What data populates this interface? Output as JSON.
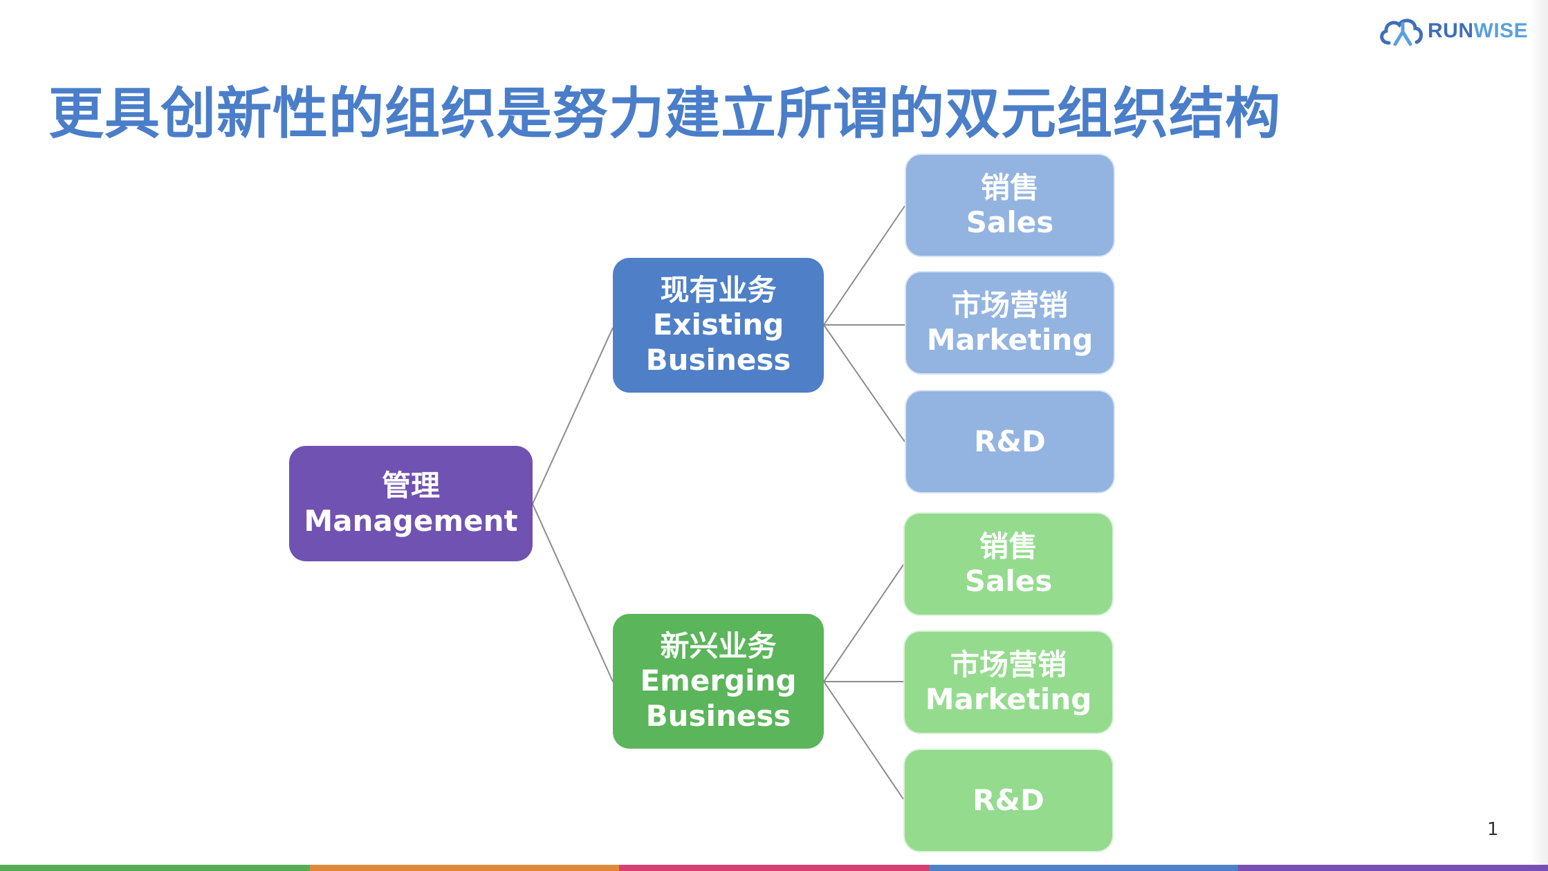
{
  "slide": {
    "title": "更具创新性的组织是努力建立所谓的双元组织结构",
    "page_number": "1"
  },
  "logo": {
    "text_run": "RUN",
    "text_wise": "WISE",
    "icon": "cloud-arrow-icon",
    "colors": {
      "run": "#3f6fb6",
      "wise": "#5aa0de"
    }
  },
  "org": {
    "root": {
      "zh": "管理",
      "en": "Management"
    },
    "existing": {
      "zh": "现有业务",
      "en1": "Existing",
      "en2": "Business",
      "children": [
        {
          "zh": "销售",
          "en": "Sales"
        },
        {
          "zh": "市场营销",
          "en": "Marketing"
        },
        {
          "zh": "",
          "en": "R&D"
        }
      ]
    },
    "emerging": {
      "zh": "新兴业务",
      "en1": "Emerging",
      "en2": "Business",
      "children": [
        {
          "zh": "销售",
          "en": "Sales"
        },
        {
          "zh": "市场营销",
          "en": "Marketing"
        },
        {
          "zh": "",
          "en": "R&D"
        }
      ]
    }
  },
  "colors": {
    "title": "#4a7ec9",
    "management": "#6f52b2",
    "existing": "#4f7fc6",
    "existing_children": "#93b4e0",
    "emerging": "#5bb55a",
    "emerging_children": "#94db8e",
    "connector": "#8c8c8c",
    "bottom_bar": [
      "#56ad55",
      "#e0893a",
      "#d83f72",
      "#4d82c9",
      "#7a4fb3"
    ]
  }
}
